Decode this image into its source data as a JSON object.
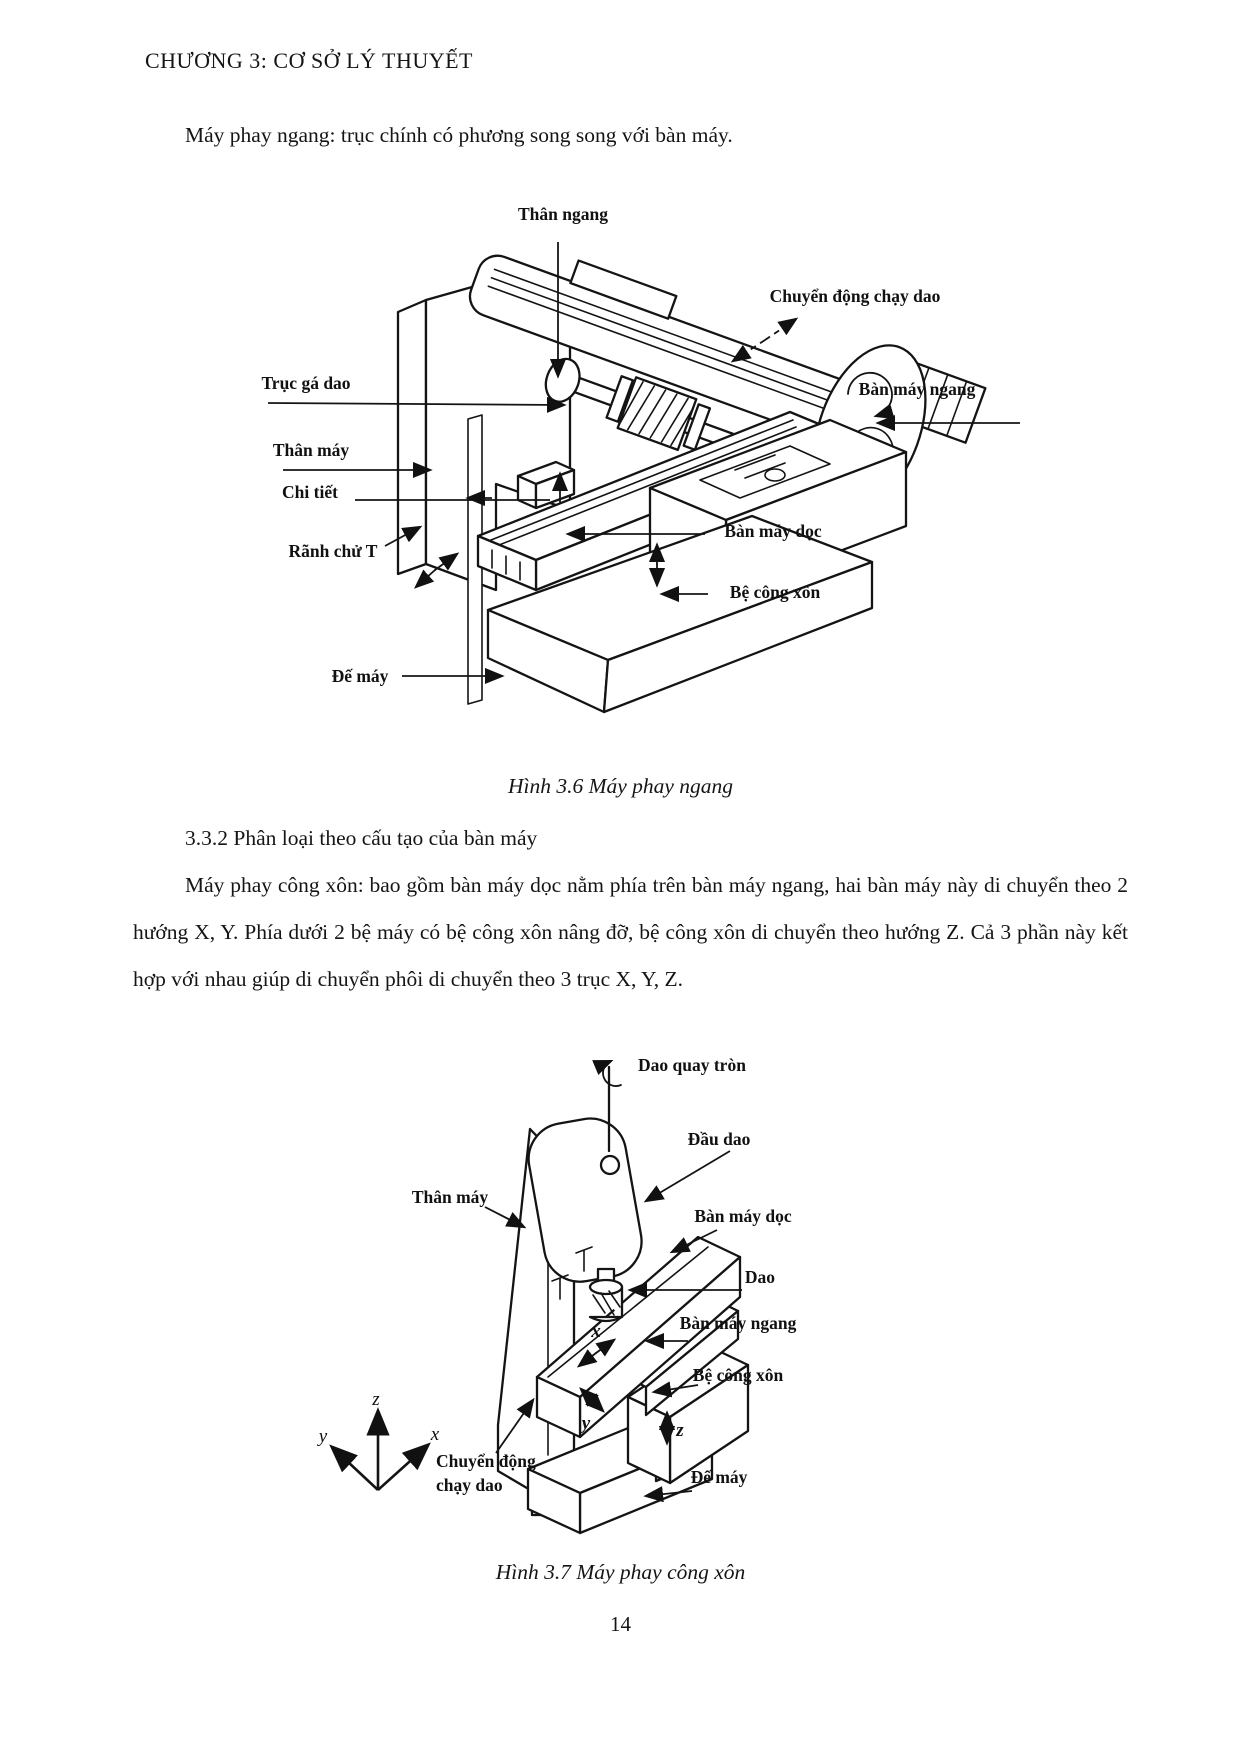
{
  "page": {
    "header": "CHƯƠNG 3: CƠ SỞ LÝ THUYẾT",
    "intro": "Máy phay ngang: trục chính có phương song song với bàn máy.",
    "section_heading": "3.3.2 Phân loại theo cấu tạo của bàn máy",
    "paragraph": "Máy phay công xôn: bao gồm bàn máy dọc nằm phía trên bàn máy ngang, hai bàn máy này di chuyển theo 2 hướng X, Y. Phía dưới 2 bệ máy có bệ công xôn nâng đỡ, bệ công xôn di chuyển theo hướng Z. Cả 3 phần này kết hợp với nhau giúp di chuyển phôi di chuyển theo 3 trục X, Y, Z.",
    "page_number": "14"
  },
  "figure1": {
    "caption": "Hình 3.6 Máy phay ngang",
    "labels": {
      "than_ngang": "Thân ngang",
      "chuyen_dong_chay_dao": "Chuyển động chạy dao",
      "truc_ga_dao": "Trục gá dao",
      "ban_may_ngang": "Bàn máy ngang",
      "than_may": "Thân máy",
      "chi_tiet": "Chi tiết",
      "ban_may_doc": "Bàn máy dọc",
      "ranh_chu_t": "Rãnh chử T",
      "be_cong_xon": "Bệ công xôn",
      "de_may": "Đế máy"
    }
  },
  "figure2": {
    "caption": "Hình 3.7 Máy phay công xôn",
    "labels": {
      "dao_quay_tron": "Dao quay tròn",
      "dau_dao": "Đầu dao",
      "than_may": "Thân máy",
      "ban_may_doc": "Bàn máy dọc",
      "dao": "Dao",
      "ban_may_ngang": "Bàn máy ngang",
      "be_cong_xon": "Bệ công xôn",
      "chuyen_dong_line1": "Chuyển động",
      "chuyen_dong_line2": "chạy dao",
      "de_may": "Đế máy",
      "axis_x": "x",
      "axis_y": "y",
      "axis_z": "z",
      "move_x": "x",
      "move_y": "y",
      "move_z": "z"
    }
  }
}
